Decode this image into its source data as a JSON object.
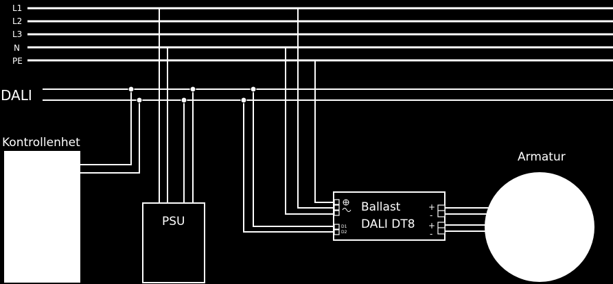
{
  "bus_labels": {
    "l1": "L1",
    "l2": "L2",
    "l3": "L3",
    "n": "N",
    "pe": "PE",
    "dali": "DALI"
  },
  "controller": {
    "label": "Kontrollenhet"
  },
  "psu": {
    "label": "PSU"
  },
  "ballast": {
    "title_line1": "Ballast",
    "title_line2": "DALI DT8",
    "plus_top": "+",
    "minus_top": "-",
    "plus_bottom": "+",
    "minus_bottom": "-",
    "d1": "D1",
    "d2": "D2"
  },
  "luminaire": {
    "label": "Armatur"
  },
  "colors": {
    "background": "#000000",
    "line": "#ffffff"
  }
}
